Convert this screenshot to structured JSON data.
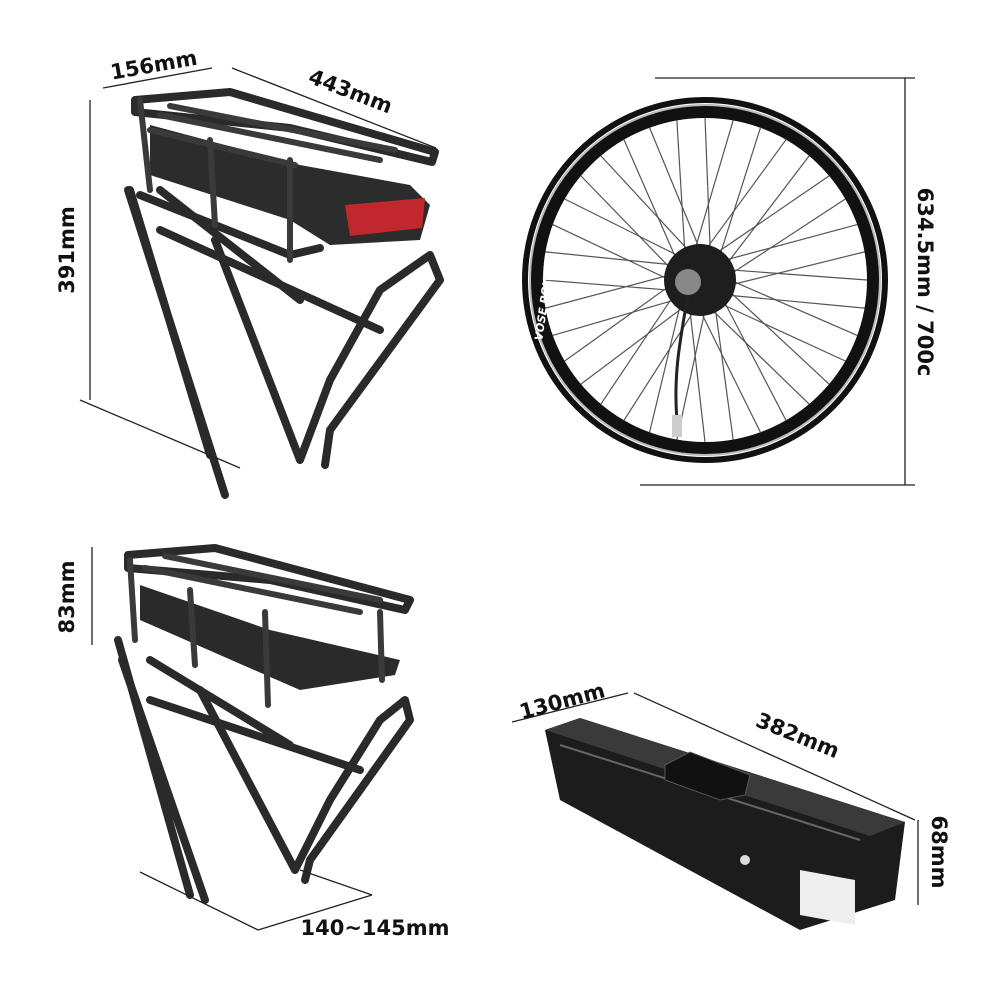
{
  "dimensions": {
    "rack_width_top": "156mm",
    "rack_length": "443mm",
    "rack_height": "391mm",
    "wheel_diameter": "634.5mm / 700c",
    "rack_depth": "83mm",
    "battery_width": "130mm",
    "battery_length": "382mm",
    "battery_height": "68mm",
    "rack_mount_width": "140~145mm"
  },
  "wheel": {
    "rim_brand": "VOSE POWER",
    "spoke_count": 36
  },
  "colors": {
    "frame": "#2a2a2a",
    "rim": "#111111",
    "tail_light": "#c0282d",
    "battery": "#1c1c1c"
  }
}
